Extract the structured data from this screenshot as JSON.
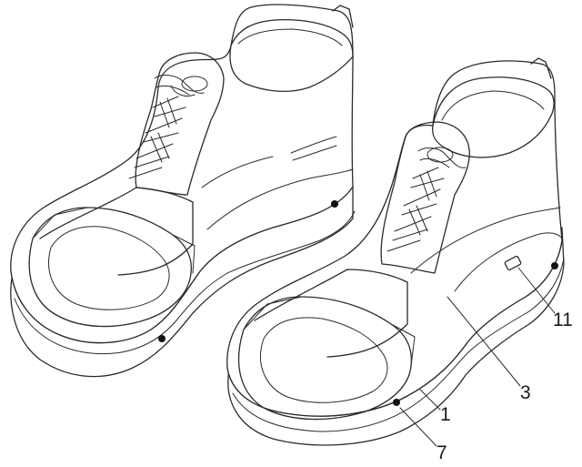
{
  "figure": {
    "labels": {
      "l11": "11",
      "l3": "3",
      "l1": "1",
      "l7": "7"
    }
  }
}
